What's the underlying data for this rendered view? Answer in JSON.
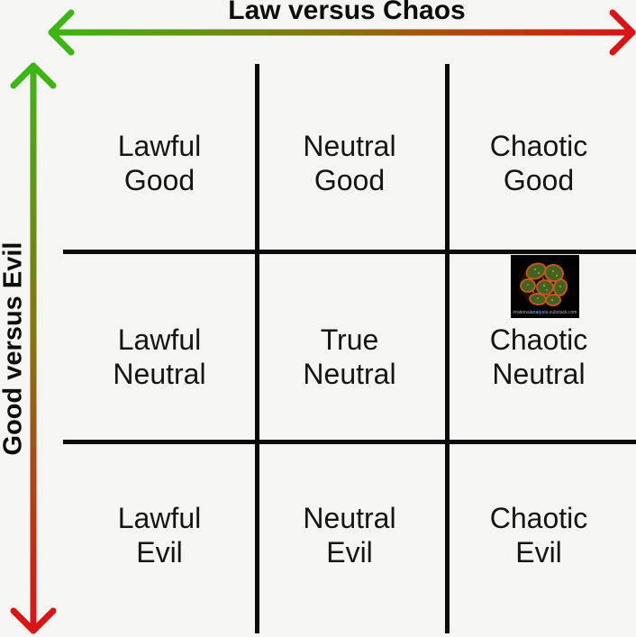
{
  "axes": {
    "horizontal": {
      "label": "Law versus Chaos",
      "gradient_start_color": "#3db515",
      "gradient_end_color": "#d91414"
    },
    "vertical": {
      "label": "Good versus Evil",
      "gradient_start_color": "#3db515",
      "gradient_end_color": "#d91414"
    }
  },
  "style": {
    "background_color": "#f5f5f3",
    "grid_line_color": "#0a0a0a",
    "text_color": "#151515"
  },
  "cells": [
    {
      "row": 0,
      "col": 0,
      "label": "Lawful\nGood"
    },
    {
      "row": 0,
      "col": 1,
      "label": "Neutral\nGood"
    },
    {
      "row": 0,
      "col": 2,
      "label": "Chaotic\nGood"
    },
    {
      "row": 1,
      "col": 0,
      "label": "Lawful\nNeutral"
    },
    {
      "row": 1,
      "col": 1,
      "label": "True\nNeutral"
    },
    {
      "row": 1,
      "col": 2,
      "label": "Chaotic\nNeutral"
    },
    {
      "row": 2,
      "col": 0,
      "label": "Lawful\nEvil"
    },
    {
      "row": 2,
      "col": 1,
      "label": "Neutral\nEvil"
    },
    {
      "row": 2,
      "col": 2,
      "label": "Chaotic\nEvil"
    }
  ],
  "embedded_image": {
    "name": "organoid-microscopy-thumbnail",
    "background_color": "#000000",
    "caption_part1": "irrational",
    "caption_part2": "analysis",
    "caption_part3": ".substack.com",
    "caption_highlight_color": "#5b8dd6"
  }
}
